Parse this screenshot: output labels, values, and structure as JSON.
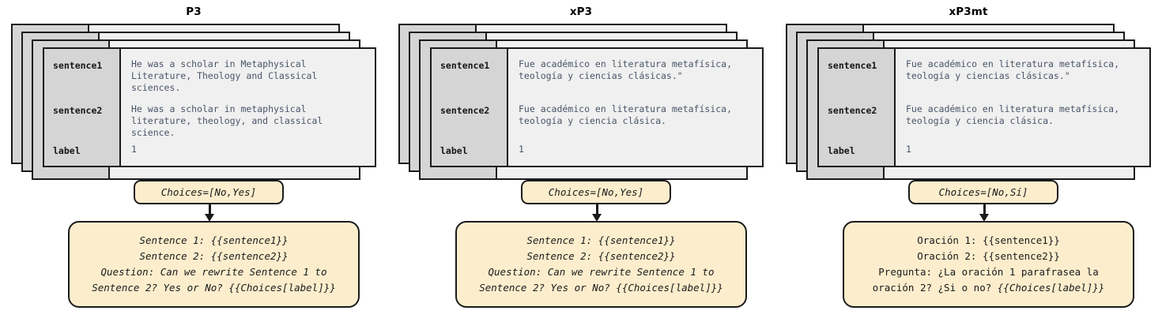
{
  "columns": [
    {
      "title": "P3",
      "fields": {
        "sentence1_key": "sentence1",
        "sentence1_val": "He was a scholar in Metaphysical\nLiterature, Theology and Classical\nsciences.",
        "sentence2_key": "sentence2",
        "sentence2_val": "He was a scholar in metaphysical\nliterature, theology, and classical\nscience.",
        "label_key": "label",
        "label_val": "1"
      },
      "choices": "Choices=[No,Yes]",
      "prompt_lines": [
        {
          "text": "Sentence 1: {{sentence1}}",
          "style": "italic"
        },
        {
          "text": "Sentence 2: {{sentence2}}",
          "style": "italic"
        },
        {
          "text": "Question: Can we rewrite Sentence 1 to",
          "style": "italic"
        },
        {
          "text": "Sentence 2? Yes or No? {{Choices[label]}}",
          "style": "italic"
        }
      ]
    },
    {
      "title": "xP3",
      "fields": {
        "sentence1_key": "sentence1",
        "sentence1_val": "Fue académico en literatura metafísica,\nteología y ciencias clásicas.\"",
        "sentence2_key": "sentence2",
        "sentence2_val": "Fue académico en literatura metafísica,\nteología y ciencia clásica.",
        "label_key": "label",
        "label_val": "1"
      },
      "choices": "Choices=[No,Yes]",
      "prompt_lines": [
        {
          "text": "Sentence 1: {{sentence1}}",
          "style": "italic"
        },
        {
          "text": "Sentence 2: {{sentence2}}",
          "style": "italic"
        },
        {
          "text": "Question: Can we rewrite Sentence 1 to",
          "style": "italic"
        },
        {
          "text": "Sentence 2? Yes or No? {{Choices[label]}}",
          "style": "italic"
        }
      ]
    },
    {
      "title": "xP3mt",
      "fields": {
        "sentence1_key": "sentence1",
        "sentence1_val": "Fue académico en literatura metafísica,\nteología y ciencias clásicas.\"",
        "sentence2_key": "sentence2",
        "sentence2_val": "Fue académico en literatura metafísica,\nteología y ciencia clásica.",
        "label_key": "label",
        "label_val": "1"
      },
      "choices": "Choices=[No,Sí]",
      "prompt_lines": [
        {
          "text": "Oración 1: {{sentence1}}",
          "style": "upright"
        },
        {
          "text": "Oración 2: {{sentence2}}",
          "style": "upright"
        },
        {
          "text": "Pregunta: ¿La oración 1 parafrasea la",
          "style": "upright"
        },
        {
          "text": "oración 2? ¿Si o no? ",
          "style": "upright",
          "tail": "{{Choices[label]}}",
          "tail_style": "italic"
        }
      ]
    }
  ],
  "colors": {
    "card_border": "#1a1a1a",
    "card_key_bg": "#d5d5d5",
    "card_value_bg": "#f0f0f0",
    "prompt_bg": "#fceecd",
    "value_text": "#4a5568",
    "page_bg": "#ffffff"
  }
}
